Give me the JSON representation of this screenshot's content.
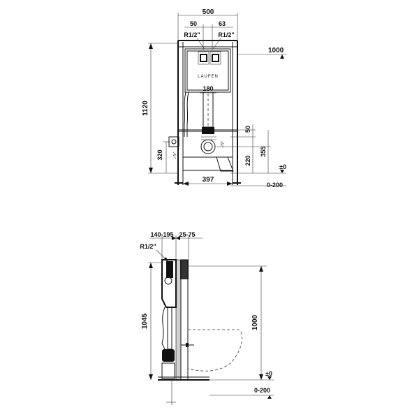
{
  "front_view": {
    "width_label": "500",
    "left_offset_label": "50",
    "right_offset_label": "63",
    "left_connection_label": "R1/2\"",
    "right_connection_label": "R1/2\"",
    "brand_label": "LAUFEN",
    "flush_pipe_label": "180",
    "height_label": "1120",
    "socket_height_label": "320",
    "outlet_offset_label": "50",
    "outlet_height_label": "220",
    "inlet_height_label": "355",
    "level_zero_label": "±0",
    "top_level_label": "1000",
    "bottom_width_label": "397",
    "floor_adjust_label": "0-200"
  },
  "side_view": {
    "depth_range_label": "140-195",
    "wall_offset_label": "25-75",
    "connection_label": "R1/2\"",
    "frame_height_label": "1045",
    "top_level_label": "1000",
    "level_zero_label": "±0",
    "floor_adjust_label": "0-200"
  }
}
